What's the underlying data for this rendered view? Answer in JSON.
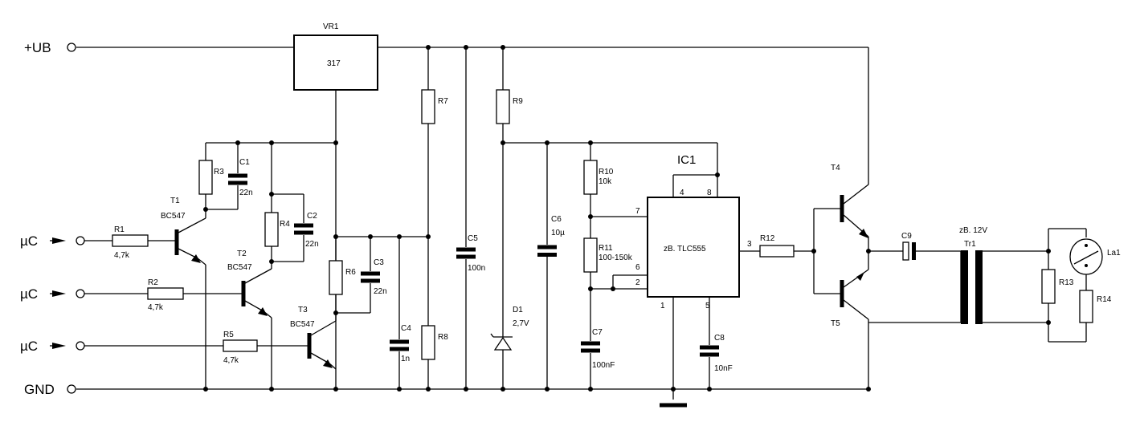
{
  "nets": {
    "ub": "+UB",
    "gnd": "GND",
    "uc1": "µC",
    "uc2": "µC",
    "uc3": "µC"
  },
  "vr1": {
    "ref": "VR1",
    "value": "317"
  },
  "ic1": {
    "ref": "IC1",
    "value": "zB. TLC555",
    "pin4": "4",
    "pin8": "8",
    "pin7": "7",
    "pin6": "6",
    "pin2": "2",
    "pin3": "3",
    "pin1": "1",
    "pin5": "5"
  },
  "transistors": {
    "t1": {
      "ref": "T1",
      "type": "BC547"
    },
    "t2": {
      "ref": "T2",
      "type": "BC547"
    },
    "t3": {
      "ref": "T3",
      "type": "BC547"
    },
    "t4": {
      "ref": "T4"
    },
    "t5": {
      "ref": "T5"
    }
  },
  "resistors": {
    "r1": {
      "ref": "R1",
      "value": "4,7k"
    },
    "r2": {
      "ref": "R2",
      "value": "4,7k"
    },
    "r3": {
      "ref": "R3"
    },
    "r4": {
      "ref": "R4"
    },
    "r5": {
      "ref": "R5",
      "value": "4,7k"
    },
    "r6": {
      "ref": "R6"
    },
    "r7": {
      "ref": "R7"
    },
    "r8": {
      "ref": "R8"
    },
    "r9": {
      "ref": "R9"
    },
    "r10": {
      "ref": "R10",
      "value": "10k"
    },
    "r11": {
      "ref": "R11",
      "value": "100-150k"
    },
    "r12": {
      "ref": "R12"
    },
    "r13": {
      "ref": "R13"
    },
    "r14": {
      "ref": "R14"
    }
  },
  "capacitors": {
    "c1": {
      "ref": "C1",
      "value": "22n"
    },
    "c2": {
      "ref": "C2",
      "value": "22n"
    },
    "c3": {
      "ref": "C3",
      "value": "22n"
    },
    "c4": {
      "ref": "C4",
      "value": "1n"
    },
    "c5": {
      "ref": "C5",
      "value": "100n"
    },
    "c6": {
      "ref": "C6",
      "value": "10µ"
    },
    "c7": {
      "ref": "C7",
      "value": "100nF"
    },
    "c8": {
      "ref": "C8",
      "value": "10nF"
    },
    "c9": {
      "ref": "C9"
    }
  },
  "d1": {
    "ref": "D1",
    "value": "2,7V"
  },
  "tr1": {
    "ref": "Tr1",
    "note": "zB. 12V"
  },
  "la1": {
    "ref": "La1"
  }
}
